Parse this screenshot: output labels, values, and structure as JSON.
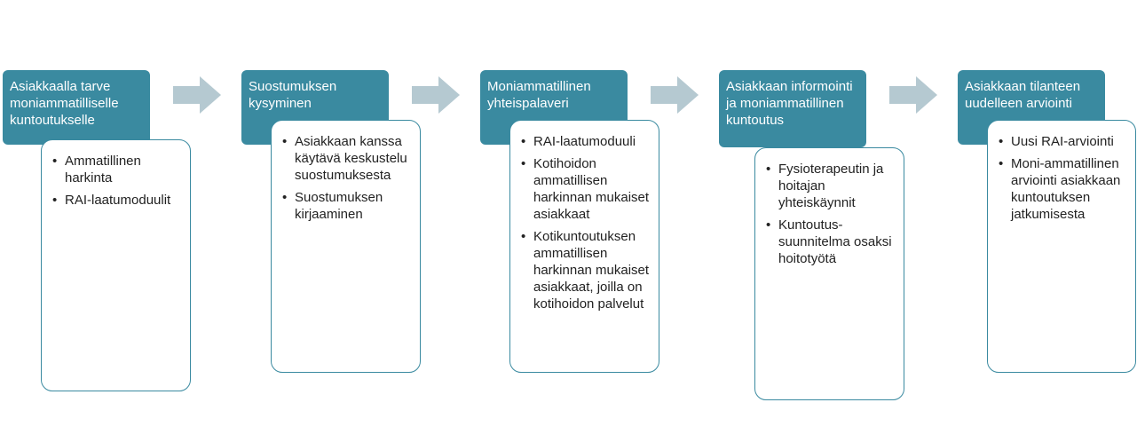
{
  "colors": {
    "header_fill": "#3a8aa0",
    "body_border": "#3a8aa0",
    "arrow_fill": "#b5c9d1"
  },
  "steps": [
    {
      "title": "Asiakkaalla tarve moniammatilliselle kuntoutukselle",
      "items": [
        "Ammatillinen harkinta",
        "RAI-laatumoduulit"
      ]
    },
    {
      "title": "Suostumuksen kysyminen",
      "items": [
        "Asiakkaan kanssa käytävä keskustelu suostumuksesta",
        "Suostumuksen kirjaaminen"
      ]
    },
    {
      "title": "Moniammatillinen yhteispalaveri",
      "items": [
        "RAI-laatumoduuli",
        "Kotihoidon ammatillisen harkinnan mukaiset asiakkaat",
        "Kotikuntoutuksen ammatillisen harkinnan mukaiset asiakkaat, joilla on kotihoidon palvelut"
      ]
    },
    {
      "title": "Asiakkaan informointi ja moniammatillinen kuntoutus",
      "items": [
        "Fysioterapeutin ja hoitajan yhteiskäynnit",
        "Kuntoutus-suunnitelma osaksi hoitotyötä"
      ]
    },
    {
      "title": "Asiakkaan tilanteen uudelleen arviointi",
      "items": [
        "Uusi RAI-arviointi",
        "Moni-ammatillinen arviointi asiakkaan kuntoutuksen jatkumisesta"
      ]
    }
  ]
}
